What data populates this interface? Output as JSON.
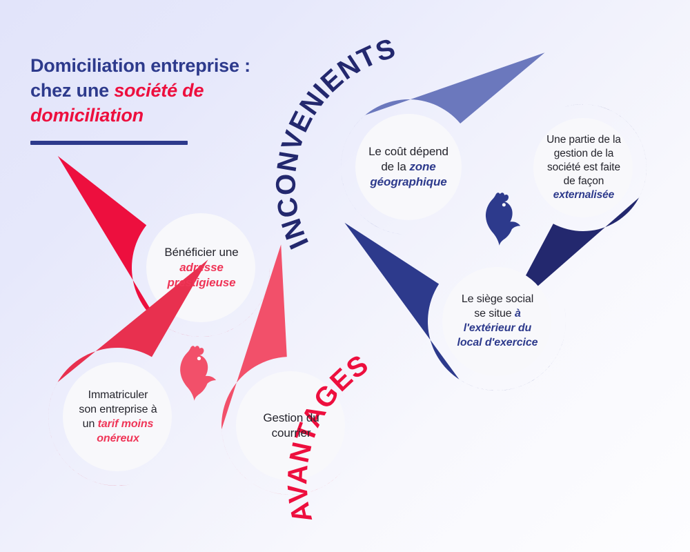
{
  "title": {
    "line1": "Domiciliation entreprise :",
    "line2_plain": "chez une ",
    "line2_em": "société de",
    "line3_em": "domiciliation"
  },
  "colors": {
    "background_start": "#e2e4fa",
    "background_end": "#fdfdff",
    "navy": "#23286e",
    "title_navy": "#2d3a8c",
    "slate_blue": "#6b78bd",
    "red_bright": "#ed0f3e",
    "red_crimson": "#e8304f",
    "pink": "#f2506a",
    "text_dark": "#24242c",
    "circle_fill": "#f8f8fb"
  },
  "sections": [
    {
      "id": "inconvenients",
      "heading": "INCONVENIENTS",
      "heading_color": "#23286e",
      "rooster_color": "#2d3a8c"
    },
    {
      "id": "avantages",
      "heading": "AVANTAGES",
      "heading_color": "#ed0f3e",
      "rooster_color": "#f2506a"
    }
  ],
  "pins": [
    {
      "id": "cout-zone-geographique",
      "section": "inconvenients",
      "color": "#6b78bd",
      "lines": [
        {
          "plain": "Le coût dépend"
        },
        {
          "plain": "de la ",
          "em": "zone"
        },
        {
          "em": "géographique"
        }
      ]
    },
    {
      "id": "gestion-externalisee",
      "section": "inconvenients",
      "color": "#23286e",
      "lines": [
        {
          "plain": "Une partie de la"
        },
        {
          "plain": "gestion de la"
        },
        {
          "plain": "société est faite"
        },
        {
          "plain": "de façon"
        },
        {
          "em": "externalisée"
        }
      ]
    },
    {
      "id": "siege-social-exterieur",
      "section": "inconvenients",
      "color": "#2d3a8c",
      "lines": [
        {
          "plain": "Le siège social"
        },
        {
          "plain": "se situe ",
          "em": "à"
        },
        {
          "em": "l'extérieur du"
        },
        {
          "em": "local d'exercice"
        }
      ]
    },
    {
      "id": "adresse-prestigieuse",
      "section": "avantages",
      "color": "#ed0f3e",
      "lines": [
        {
          "plain": "Bénéficier une"
        },
        {
          "em": "adresse"
        },
        {
          "em": "prestigieuse"
        }
      ]
    },
    {
      "id": "tarif-moins-onereux",
      "section": "avantages",
      "color": "#e8304f",
      "lines": [
        {
          "plain": "Immatriculer"
        },
        {
          "plain": "son entreprise à"
        },
        {
          "plain": "un ",
          "em": "tarif moins"
        },
        {
          "em": "onéreux"
        }
      ]
    },
    {
      "id": "gestion-courrier",
      "section": "avantages",
      "color": "#f2506a",
      "lines": [
        {
          "plain": "Gestion du"
        },
        {
          "plain": "courrier"
        }
      ]
    }
  ]
}
